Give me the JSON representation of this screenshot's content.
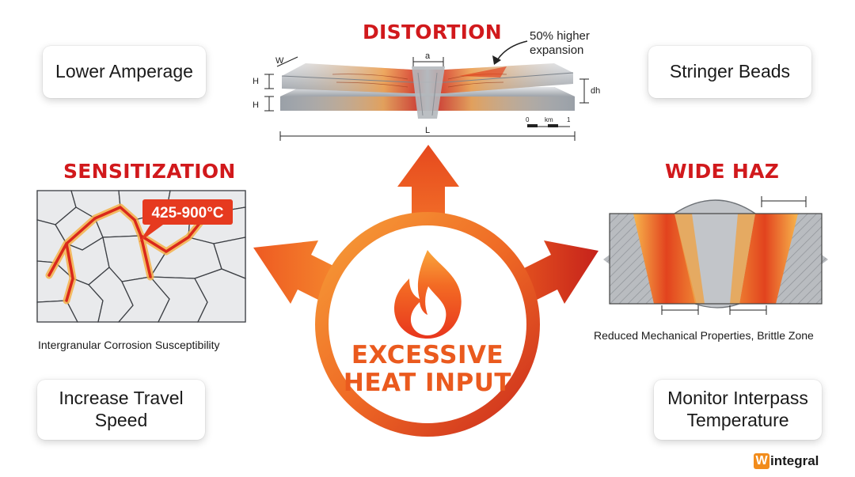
{
  "center": {
    "line1": "EXCESSIVE",
    "line2": "HEAT INPUT",
    "icon": "flame-icon"
  },
  "distortion": {
    "heading": "DISTORTION",
    "callout": [
      "50% higher",
      "expansion"
    ],
    "dims": {
      "w": "W",
      "a": "a",
      "h1": "H",
      "h2": "H",
      "dh": "dh",
      "l": "L"
    },
    "scale": {
      "zero": "0",
      "unit": "km",
      "one": "1"
    }
  },
  "sensitization": {
    "heading": "SENSITIZATION",
    "temp_label": "425-900°C",
    "caption": "Intergranular Corrosion Susceptibility"
  },
  "wide_haz": {
    "heading": "WIDE HAZ",
    "caption": "Reduced Mechanical Properties, Brittle Zone"
  },
  "remedies": {
    "top_left": "Lower Amperage",
    "top_right": "Stringer Beads",
    "bottom_left": [
      "Increase Travel",
      "Speed"
    ],
    "bottom_right": [
      "Monitor Interpass",
      "Temperature"
    ]
  },
  "brand": {
    "mark": "W",
    "name": "integral"
  },
  "colors": {
    "heading": "#d1191c",
    "accent": "#ea5a1e",
    "arrow_dark": "#c8281c",
    "brand": "#f28c1c"
  }
}
